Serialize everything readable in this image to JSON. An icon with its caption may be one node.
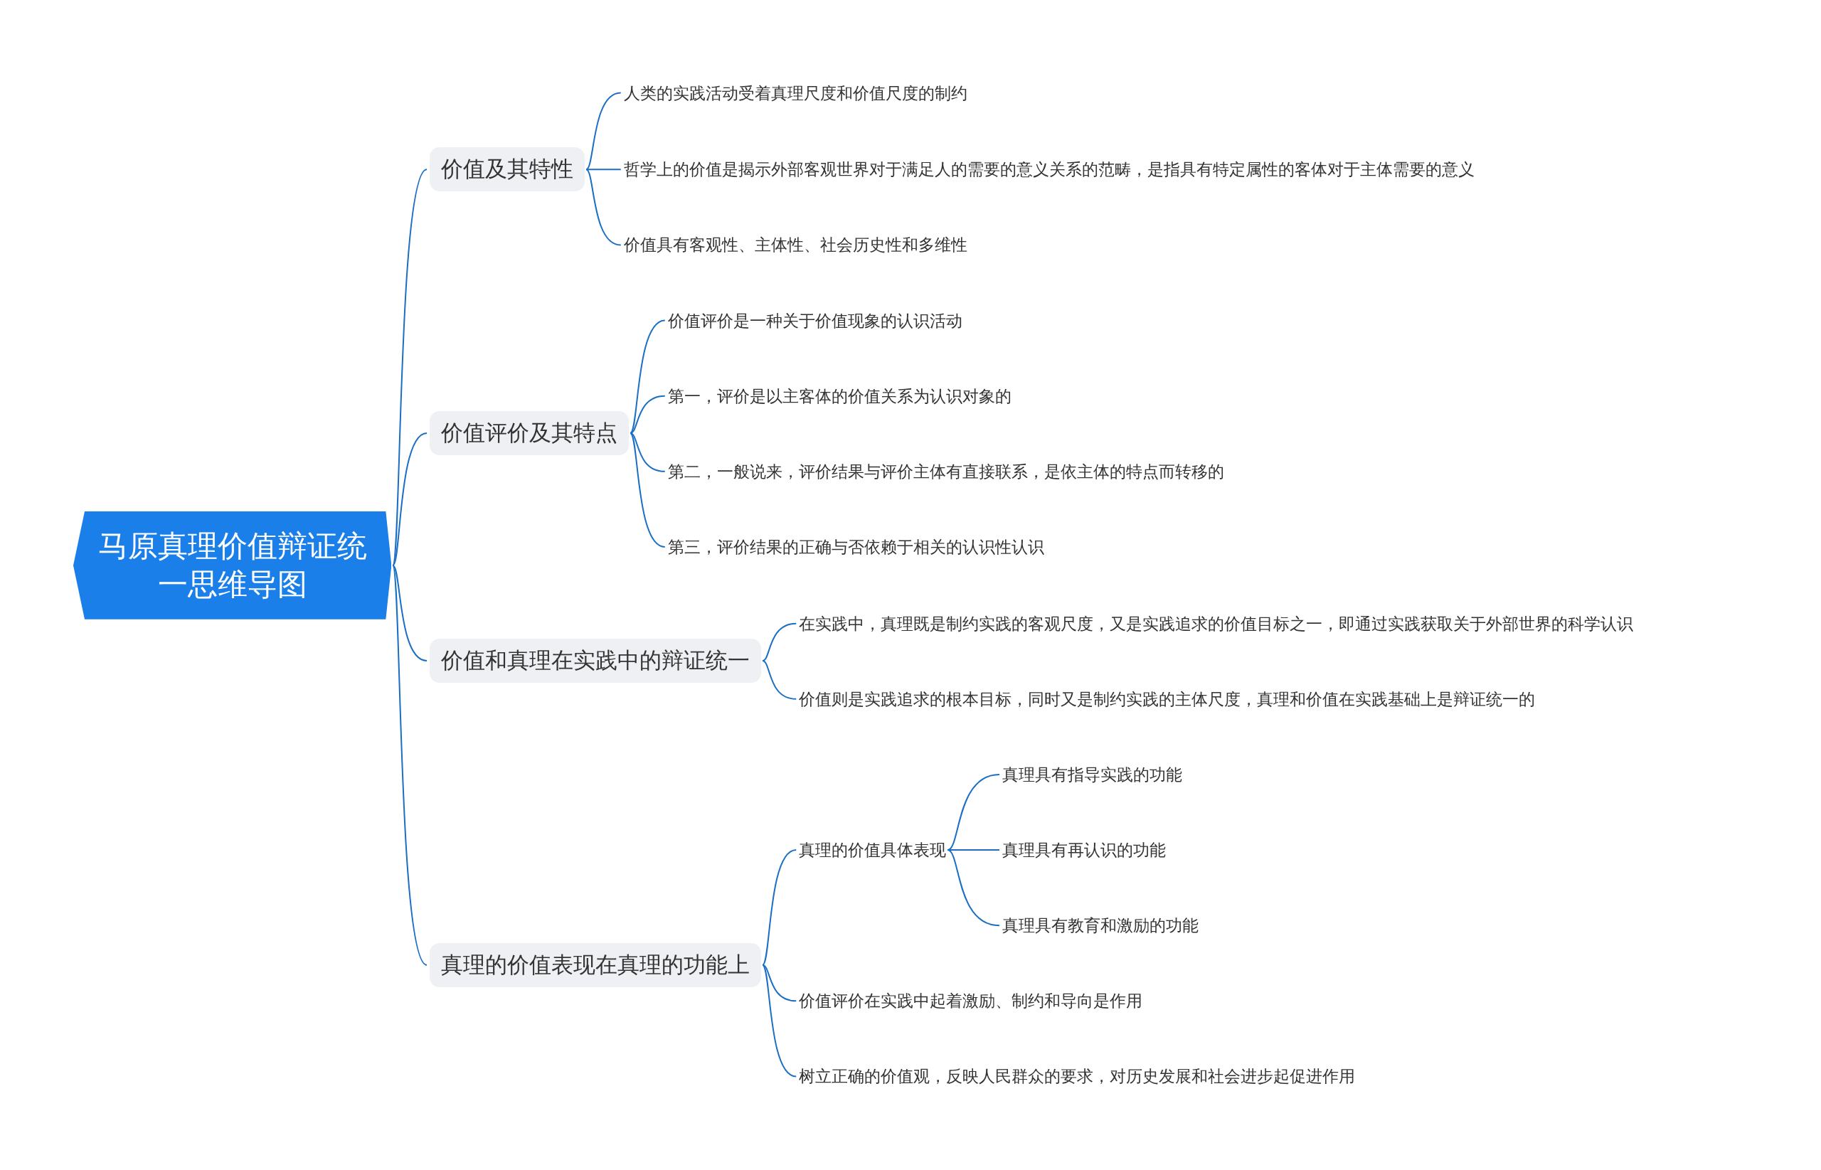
{
  "diagram": {
    "nodes": [
      {
        "text": [
          "马原真理价值辩证统一思维导图"
        ]
      },
      {
        "text": [
          "价值及其特性"
        ]
      },
      {
        "text": [
          "人类的实践活动受着真理尺度和价值尺度的制约"
        ]
      },
      {
        "text": [
          "哲学上的价值是揭示外部客观世界对于满足人的需要的意义关系的范畴，是指具有特定属性的客体对于主体需要的意义"
        ]
      },
      {
        "text": [
          "价值具有客观性、主体性、社会历史性和多维性"
        ]
      },
      {
        "text": [
          "价值评价及其特点"
        ]
      },
      {
        "text": [
          "价值评价是一种关于价值现象的认识活动"
        ]
      },
      {
        "text": [
          "第一，评价是以主客体的价值关系为认识对象的"
        ]
      },
      {
        "text": [
          "第二，一般说来，评价结果与评价主体有直接联系，是依主体的特点而转移的"
        ]
      },
      {
        "text": [
          "第三，评价结果的正确与否依赖于相关的认识性认识"
        ]
      },
      {
        "text": [
          "价值和真理在实践中的辩证统一"
        ]
      },
      {
        "text": [
          "在实践中，真理既是制约实践的客观尺度，又是实践追求的价值目标之一，即通过实践获取关于外部世界的科学认识"
        ]
      },
      {
        "text": [
          "价值则是实践追求的根本目标，同时又是制约实践的主体尺度，真理和价值在实践基础上是辩证统一的"
        ]
      },
      {
        "text": [
          "真理的价值表现在真理的功能上"
        ]
      },
      {
        "text": [
          "真理的价值具体表现"
        ]
      },
      {
        "text": [
          "真理具有指导实践的功能"
        ]
      },
      {
        "text": [
          "真理具有再认识的功能"
        ]
      },
      {
        "text": [
          "真理具有教育和激励的功能"
        ]
      },
      {
        "text": [
          "价值评价在实践中起着激励、制约和导向是作用"
        ]
      },
      {
        "text": [
          "树立正确的价值观，反映人民群众的要求，对历史发展和社会进步起促进作用"
        ]
      }
    ],
    "edges": [
      {
        "from": 0,
        "to": 1,
        "arrow": "none"
      },
      {
        "from": 1,
        "to": 2,
        "arrow": "none"
      },
      {
        "from": 1,
        "to": 3,
        "arrow": "none"
      },
      {
        "from": 1,
        "to": 4,
        "arrow": "none"
      },
      {
        "from": 0,
        "to": 5,
        "arrow": "none"
      },
      {
        "from": 5,
        "to": 6,
        "arrow": "none"
      },
      {
        "from": 5,
        "to": 7,
        "arrow": "none"
      },
      {
        "from": 5,
        "to": 8,
        "arrow": "none"
      },
      {
        "from": 5,
        "to": 9,
        "arrow": "none"
      },
      {
        "from": 0,
        "to": 10,
        "arrow": "none"
      },
      {
        "from": 10,
        "to": 11,
        "arrow": "none"
      },
      {
        "from": 10,
        "to": 12,
        "arrow": "none"
      },
      {
        "from": 0,
        "to": 13,
        "arrow": "none"
      },
      {
        "from": 13,
        "to": 14,
        "arrow": "none"
      },
      {
        "from": 14,
        "to": 15,
        "arrow": "none"
      },
      {
        "from": 14,
        "to": 16,
        "arrow": "none"
      },
      {
        "from": 14,
        "to": 17,
        "arrow": "none"
      },
      {
        "from": 13,
        "to": 18,
        "arrow": "none"
      },
      {
        "from": 13,
        "to": 19,
        "arrow": "none"
      }
    ]
  }
}
